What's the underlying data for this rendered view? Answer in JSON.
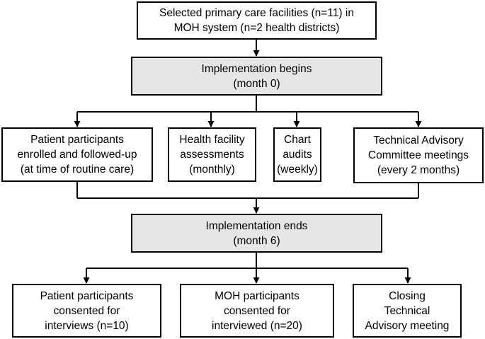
{
  "boxes": {
    "selected_facilities": [
      "Selected primary care facilities (n=11) in",
      "MOH system (n=2 health districts)"
    ],
    "implementation_begins": [
      "Implementation begins",
      "(month 0)"
    ],
    "patient_enrolled": [
      "Patient participants",
      "enrolled and followed-up",
      "(at time of routine care)"
    ],
    "facility_assessments": [
      "Health facility",
      "assessments",
      "(monthly)"
    ],
    "chart_audits": [
      "Chart",
      "audits",
      "(weekly)"
    ],
    "tac_meetings": [
      "Technical Advisory",
      "Committee meetings",
      "(every 2 months)"
    ],
    "implementation_ends": [
      "Implementation ends",
      "(month 6)"
    ],
    "patient_interviews": [
      "Patient participants",
      "consented for",
      "interviews (n=10)"
    ],
    "moh_interviews": [
      "MOH participants",
      "consented for",
      "interviewed (n=20)"
    ],
    "closing_meeting": [
      "Closing",
      "Technical",
      "Advisory meeting"
    ]
  },
  "colors": {
    "stage_fill": "#e6e6e6",
    "box_fill": "#ffffff",
    "line": "#000000"
  }
}
